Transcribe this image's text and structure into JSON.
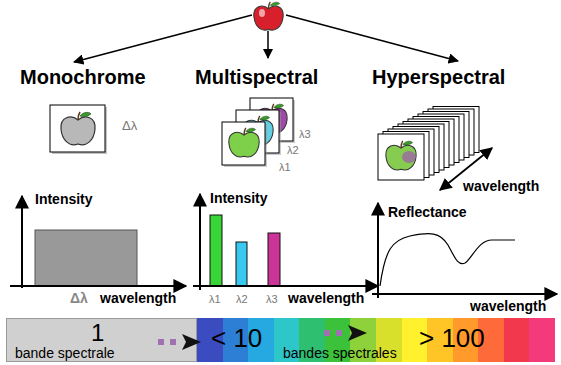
{
  "diagram": {
    "nodes": [
      {
        "text": [
          "1",
          "bande spectrale"
        ]
      },
      {
        "text": [
          "< 10",
          "bandes spectrales",
          "> 100"
        ]
      }
    ],
    "labels": [
      "Monochrome",
      "Multispectral",
      "Hyperspectral",
      "Δλ",
      "λ3",
      "λ2",
      "λ1",
      "wavelength",
      "Intensity",
      "Δλ",
      "wavelength",
      "Intensity",
      "λ1",
      "λ2",
      "λ3",
      "wavelength",
      "Reflectance",
      "wavelength"
    ]
  }
}
